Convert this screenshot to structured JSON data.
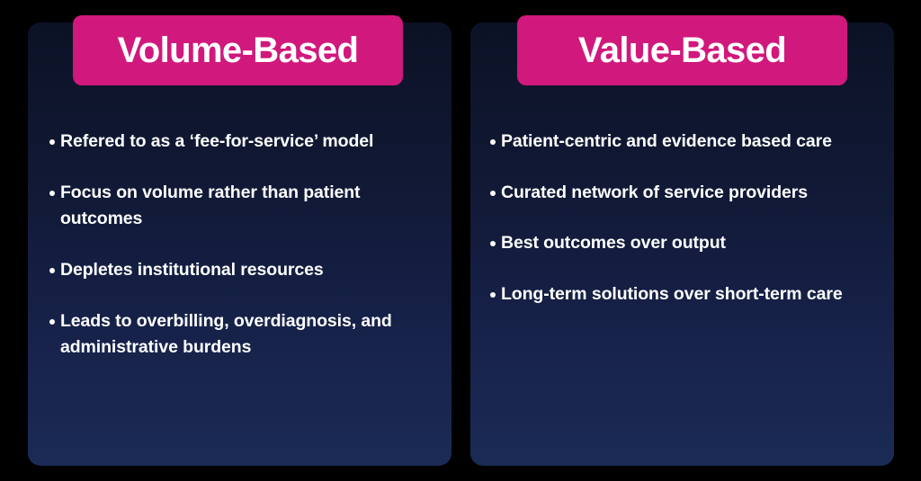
{
  "theme": {
    "page_background": "#000000",
    "card_gradient_top": "#0c1225",
    "card_gradient_bottom": "#1b2b55",
    "accent_pink": "#d1187c",
    "text_color": "#ffffff"
  },
  "panels": [
    {
      "id": "volume-based",
      "title": "Volume-Based",
      "bullets": [
        "Refered to as a ‘fee-for-service’ model",
        "Focus on volume rather than patient outcomes",
        "Depletes institutional resources",
        "Leads to overbilling, overdiagnosis, and administrative burdens"
      ]
    },
    {
      "id": "value-based",
      "title": "Value-Based",
      "bullets": [
        "Patient-centric and evidence based care",
        "Curated network of service providers",
        "Best outcomes over output",
        "Long-term solutions over short-term care"
      ]
    }
  ]
}
